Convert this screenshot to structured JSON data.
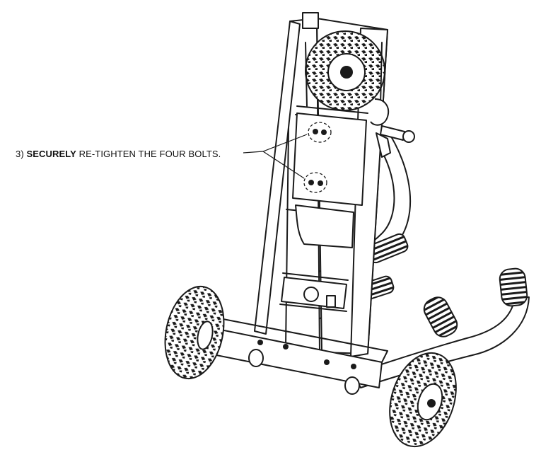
{
  "instruction": {
    "step": "3)",
    "emphasis": "SECURELY",
    "text": "RE-TIGHTEN THE FOUR BOLTS."
  }
}
